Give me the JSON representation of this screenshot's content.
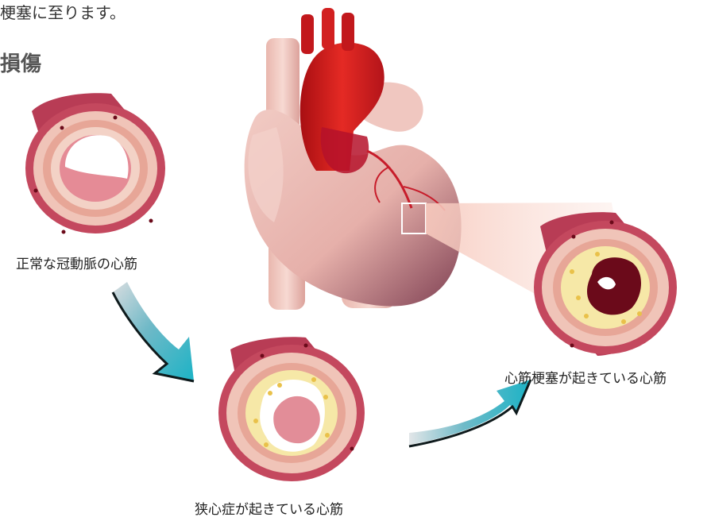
{
  "intro_text": "梗塞に至ります。",
  "heading": "損傷",
  "captions": {
    "normal": "正常な冠動脈の心筋",
    "angina": "狭心症が起きている心筋",
    "infarction": "心筋梗塞が起きている心筋"
  },
  "colors": {
    "artery_outer": "#c4485e",
    "artery_wall": "#eab2a6",
    "heart": "#e8b6b0",
    "aorta": "#d81d1d",
    "plaque": "#f4e39a",
    "clot": "#6b0a1a",
    "arrow": "#27b8c8"
  }
}
